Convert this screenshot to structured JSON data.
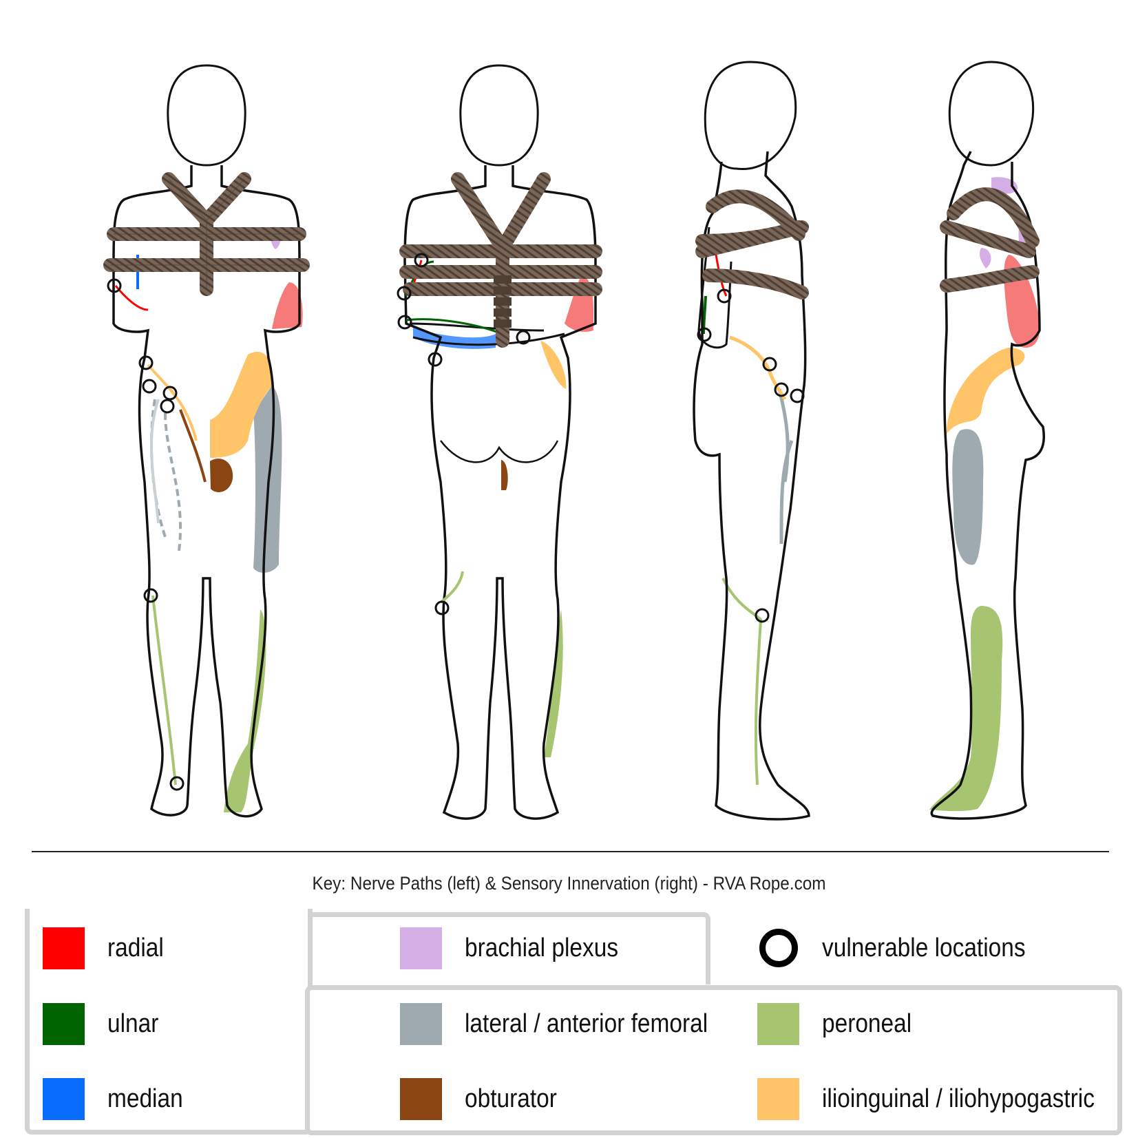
{
  "caption": "Key: Nerve Paths (left) & Sensory Innervation (right) - RVA Rope.com",
  "legend": [
    {
      "key": "radial",
      "label": "radial",
      "color": "#ff0000"
    },
    {
      "key": "ulnar",
      "label": "ulnar",
      "color": "#006400"
    },
    {
      "key": "median",
      "label": "median",
      "color": "#0a6bff"
    },
    {
      "key": "brachial",
      "label": "brachial plexus",
      "color": "#d5aee6"
    },
    {
      "key": "femoral",
      "label": "lateral / anterior femoral",
      "color": "#9eaab0"
    },
    {
      "key": "obturator",
      "label": "obturator",
      "color": "#8b4513"
    },
    {
      "key": "vulnerable",
      "label": "vulnerable locations",
      "color": "#000000",
      "icon": "ring-icon"
    },
    {
      "key": "peroneal",
      "label": "peroneal",
      "color": "#a7c471"
    },
    {
      "key": "ilio",
      "label": "ilioinguinal / iliohypogastric",
      "color": "#ffc468"
    }
  ],
  "colors": {
    "outline": "#111111",
    "rope": "#7a6658",
    "rope_dark": "#4e3f35",
    "skin": "#ffffff",
    "pink_zone": "#f77a7a"
  },
  "figures": [
    "front-view",
    "back-view",
    "left-side-view",
    "right-side-view"
  ]
}
